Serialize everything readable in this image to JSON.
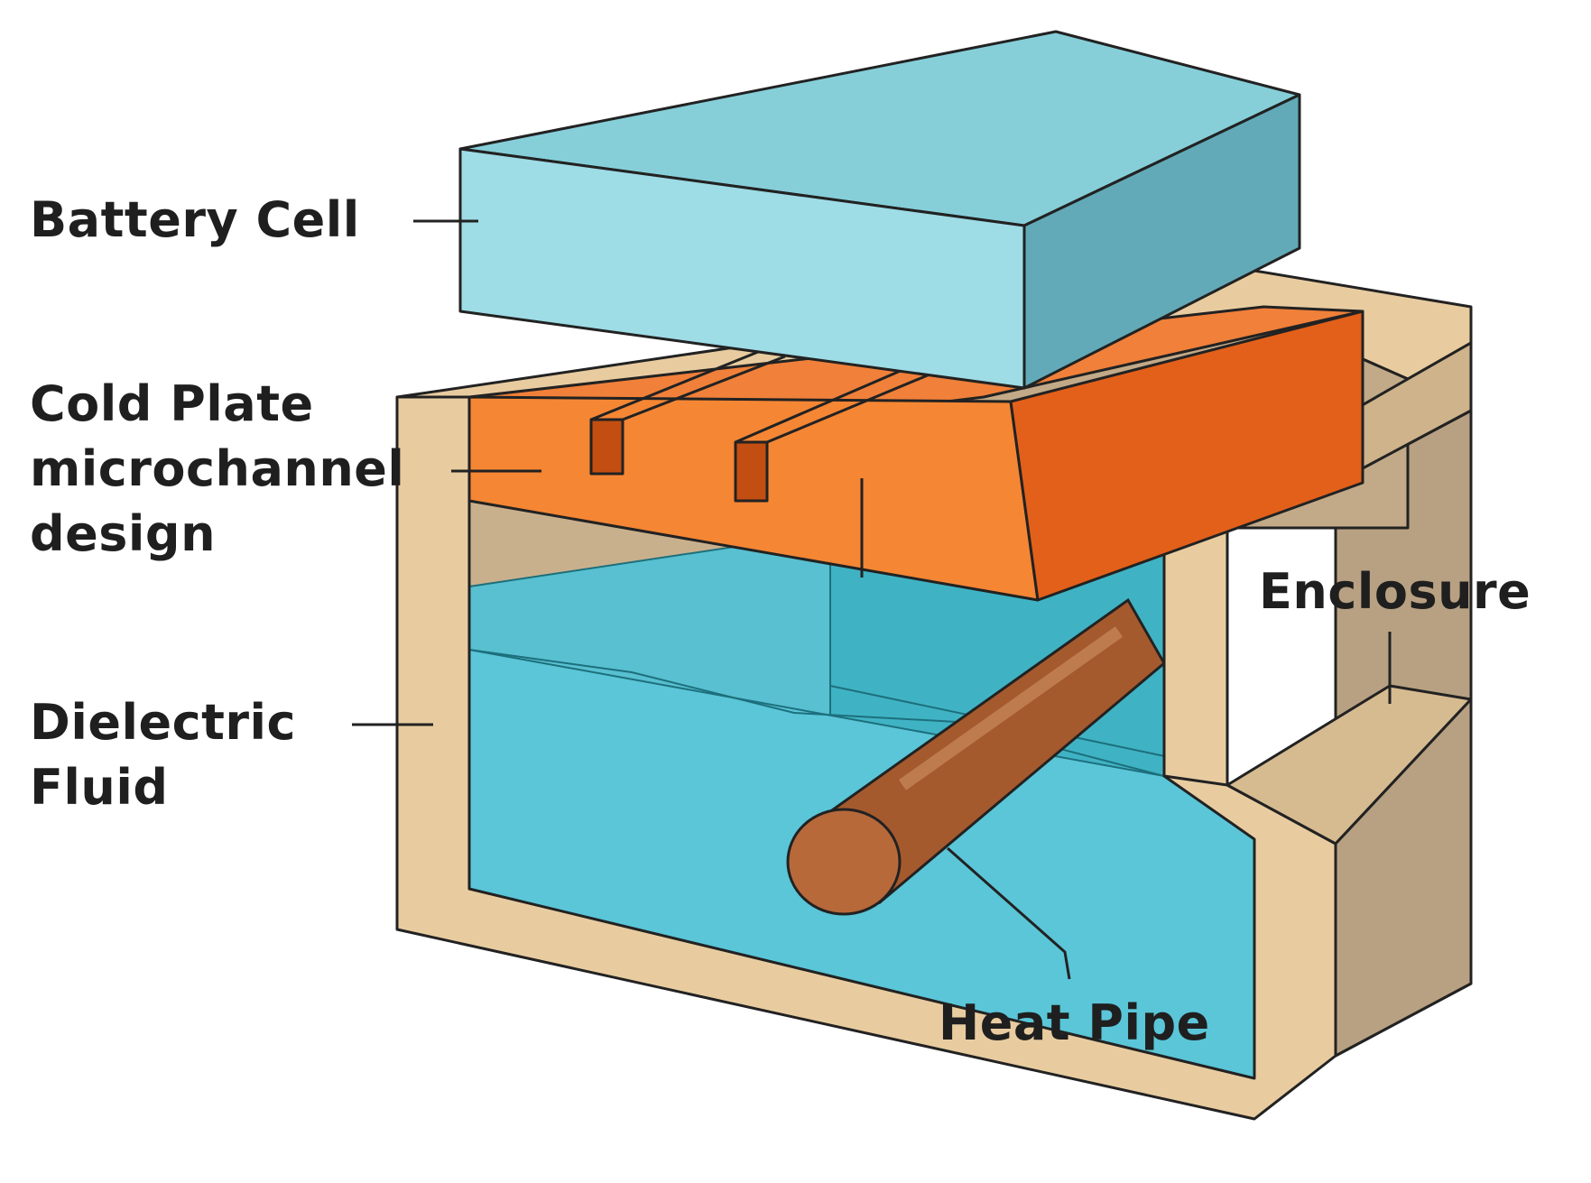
{
  "labels": {
    "battery_cell": "Battery Cell",
    "cold_plate": "Cold Plate\nmicrochannel\ndesign",
    "dielectric_fluid": "Dielectric\nFluid",
    "enclosure": "Enclosure",
    "heat_pipe": "Heat Pipe"
  },
  "colors": {
    "battery_top": "#86cfd9",
    "battery_front": "#9edce6",
    "battery_side": "#62aab8",
    "plate_top": "#f0803a",
    "plate_front": "#f58634",
    "plate_side": "#e3601a",
    "fluid": "#5ac6d8",
    "enclosure_face": "#e8cca0",
    "enclosure_side": "#b8a183",
    "heat_pipe": "#a55a2e",
    "outline": "#222222"
  }
}
